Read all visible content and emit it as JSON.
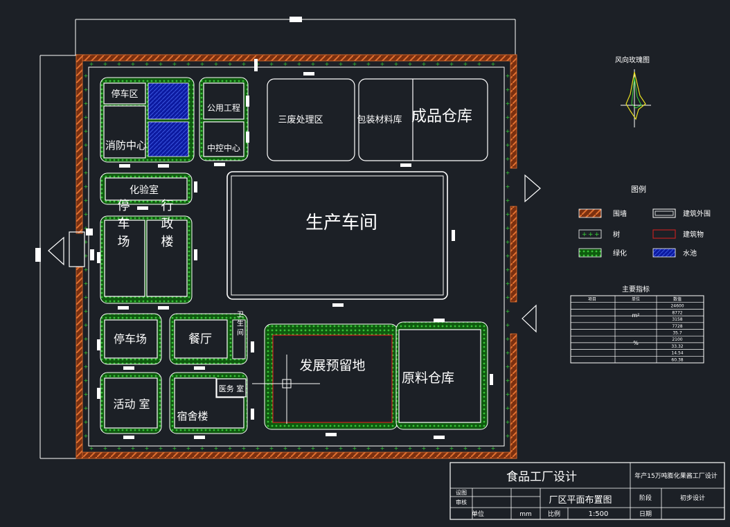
{
  "colors": {
    "background": "#1c2026",
    "line": "#ffffff",
    "wall": "#e07030",
    "greenery": "#1a7a1a",
    "tree": "#36d336",
    "water": "#1020b0",
    "building_outline": "#c02020"
  },
  "buildings": {
    "parking_zone": "停车区",
    "fire_center": "消防中心",
    "public_works": "公用工程",
    "control_center": "中控中心",
    "waste_area": "三废处理区",
    "packaging_store": "包装材料库",
    "finished_store": "成品仓库",
    "lab": "化验室",
    "workshop": "生产车间",
    "parking_lot_1": "停车场",
    "admin": "行政楼",
    "parking_lot_2": "停车场",
    "canteen": "餐厅",
    "toilet": "卫生间",
    "reserve": "发展预留地",
    "raw_store": "原料仓库",
    "activity": "活动 室",
    "dorm": "宿舍楼",
    "clinic": "医务 室"
  },
  "wind_rose": {
    "title": "风向玫瑰图"
  },
  "legend": {
    "title": "图例",
    "items": [
      {
        "label": "围墙",
        "swatch": "wall"
      },
      {
        "label": "建筑外围",
        "swatch": "outline"
      },
      {
        "label": "树",
        "swatch": "tree"
      },
      {
        "label": "建筑物",
        "swatch": "building"
      },
      {
        "label": "绿化",
        "swatch": "greenery"
      },
      {
        "label": "水池",
        "swatch": "water"
      }
    ]
  },
  "indicators": {
    "title": "主要指标",
    "head_name": "项目",
    "head_unit": "单位",
    "head_value": "数值",
    "unit_area": "m²",
    "unit_percent": "%",
    "values": [
      "24600",
      "8772",
      "3158",
      "7728",
      "35.7",
      "2100",
      "33.32",
      "14.54",
      "60.38"
    ]
  },
  "title_block": {
    "main_title": "食品工厂设计",
    "project": "年产15万吨膨化果酱工厂设计",
    "drawing_name": "厂区平面布置图",
    "row_design": "设图",
    "row_check": "审核",
    "unit_label": "单位",
    "unit_value": "mm",
    "scale_label": "比例",
    "scale_value": "1:500",
    "stage_label": "阶段",
    "stage_value": "初步设计",
    "date_label": "日期"
  }
}
